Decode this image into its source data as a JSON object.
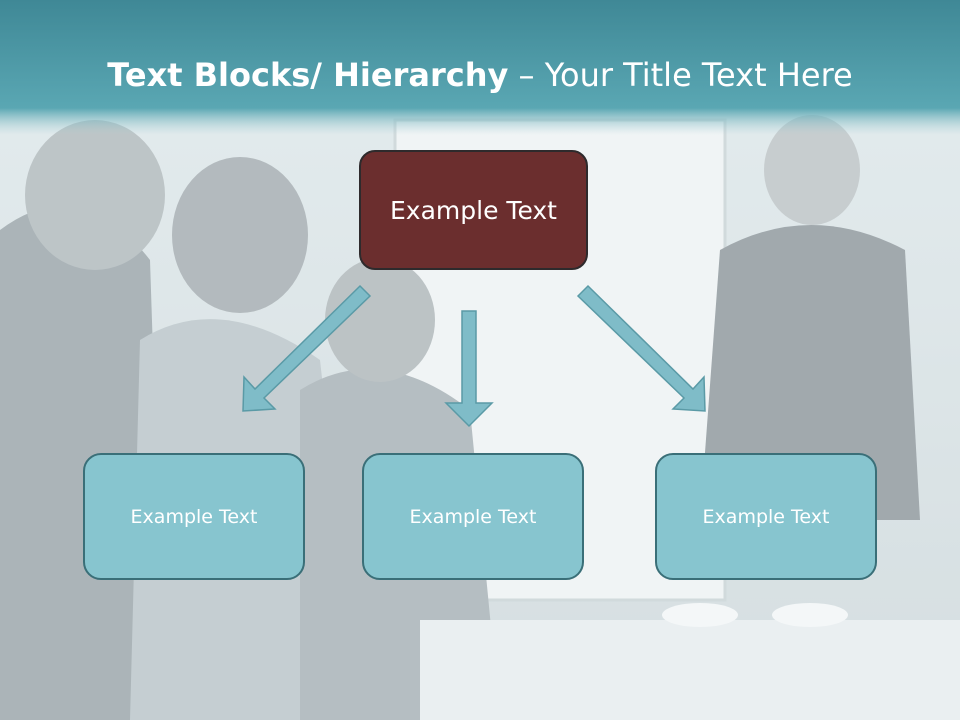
{
  "slide": {
    "title_bold": "Text Blocks/ Hierarchy",
    "title_rest": " – Your Title Text Here"
  },
  "hierarchy": {
    "top": "Example Text",
    "children": [
      "Example Text",
      "Example Text",
      "Example Text"
    ]
  },
  "colors": {
    "title_band": "#4f9aa6",
    "top_box": "#6b2e2e",
    "child_box": "#87c5cf",
    "arrow": "#7fbcc8"
  }
}
